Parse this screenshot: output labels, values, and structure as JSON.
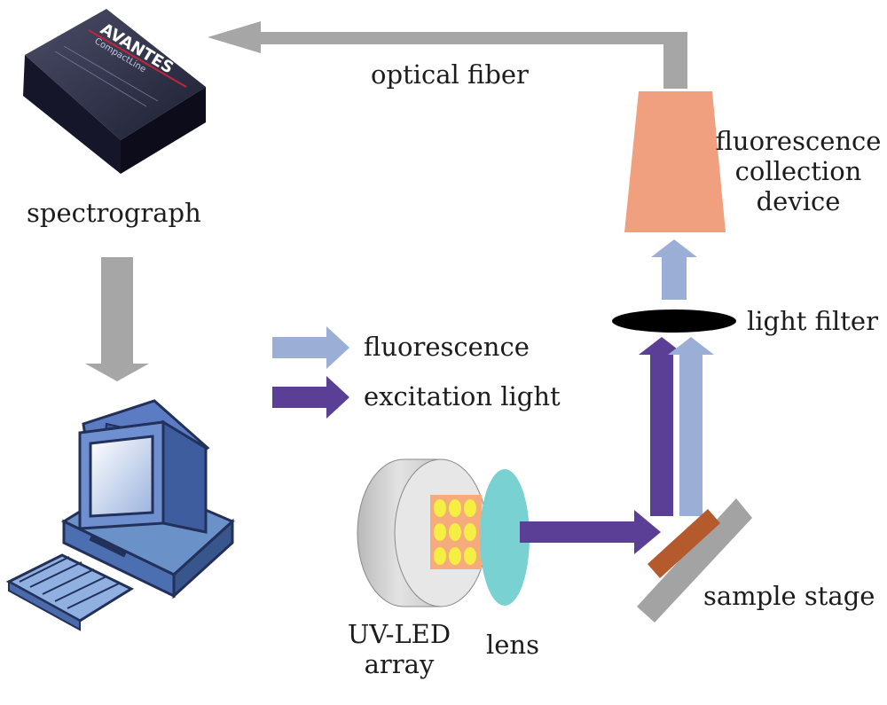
{
  "labels": {
    "spectrograph": "spectrograph",
    "optical_fiber": "optical fiber",
    "fluorescence_collection_device": [
      "fluorescence",
      "collection",
      "device"
    ],
    "light_filter": "light filter",
    "sample_stage": "sample stage",
    "uv_led_array": [
      "UV-LED",
      "array"
    ],
    "lens": "lens"
  },
  "legend": {
    "fluorescence": "fluorescence",
    "excitation_light": "excitation light"
  },
  "device_branding": {
    "brand": "AVANTES",
    "model": "CompactLine"
  },
  "colors": {
    "fluorescence_arrow": "#9aaed6",
    "excitation_arrow": "#5b3f96",
    "gray_arrow": "#a6a6a6",
    "collection_device": "#f0a07f",
    "sample_plate": "#b55a2c",
    "stage": "#a3a3a3",
    "led_panel": "#f6ab7d",
    "led_dot": "#f4ef42",
    "lens": "#79d1d1"
  }
}
